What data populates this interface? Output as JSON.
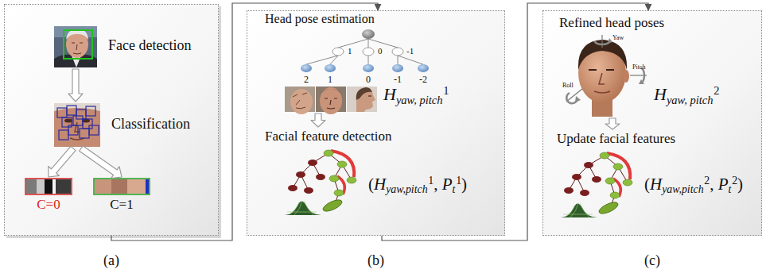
{
  "diagram": {
    "nodes": [
      {
        "text": [
          "(a)"
        ]
      },
      {
        "text": [
          "Face detection"
        ],
        "in": 0
      },
      {
        "text": [
          "Classification"
        ],
        "in": 0
      },
      {
        "text": [
          "C=0"
        ],
        "in": 0
      },
      {
        "text": [
          "C=1"
        ],
        "in": 0
      },
      {
        "text": [
          "(b)"
        ]
      },
      {
        "text": [
          "Head pose estimation"
        ],
        "in": 5
      },
      {
        "text": [
          "Facial feature detection"
        ],
        "in": 5
      },
      {
        "text": [
          "(c)"
        ]
      },
      {
        "text": [
          "Refined head poses"
        ],
        "in": 8
      },
      {
        "text": [
          "Update facial features"
        ],
        "in": 8
      }
    ],
    "edges": [
      {
        "from": 1,
        "to": 2,
        "arrow": "to"
      },
      {
        "from": 2,
        "to": 3,
        "arrow": "to"
      },
      {
        "from": 2,
        "to": 4,
        "arrow": "to"
      },
      {
        "from": 0,
        "to": 5,
        "arrow": "to"
      },
      {
        "from": 6,
        "to": 7,
        "arrow": "to"
      },
      {
        "from": 5,
        "to": 8,
        "arrow": "to"
      },
      {
        "from": 9,
        "to": 10,
        "arrow": "to"
      }
    ],
    "labels": [
      "1",
      "0",
      "-1",
      "2",
      "1",
      "0",
      "-1",
      "-2",
      "H",
      "yaw, pitch",
      "1",
      "(",
      "H",
      "yaw,pitch",
      "1",
      ",",
      "P",
      "t",
      "1",
      ")",
      "Yaw",
      "Pitch",
      "Roll",
      "H",
      "yaw, pitch",
      "2",
      "(",
      "H",
      "yaw,pitch",
      "2",
      ",",
      "P",
      "t",
      "2",
      ")"
    ]
  }
}
